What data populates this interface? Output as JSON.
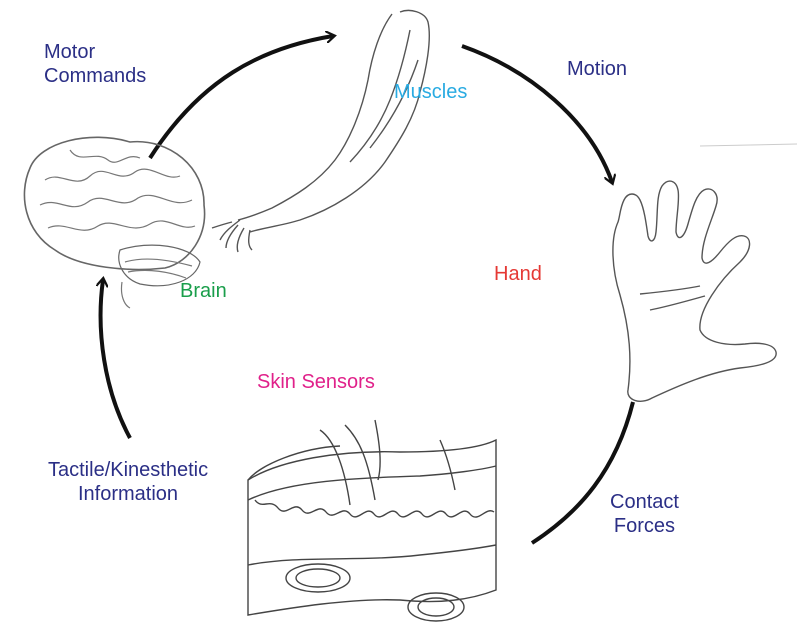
{
  "labels": {
    "motor_commands": "Motor\nCommands",
    "muscles": "Muscles",
    "motion": "Motion",
    "brain": "Brain",
    "hand": "Hand",
    "skin_sensors": "Skin Sensors",
    "tactile_info": "Tactile/Kinesthetic\nInformation",
    "contact_forces": "Contact\nForces"
  },
  "colors": {
    "blue_text": "#2b2f86",
    "muscles": "#29abe2",
    "brain": "#1a9e4b",
    "hand": "#e53935",
    "skin_sensors": "#e0218a",
    "arrow": "#111111"
  }
}
